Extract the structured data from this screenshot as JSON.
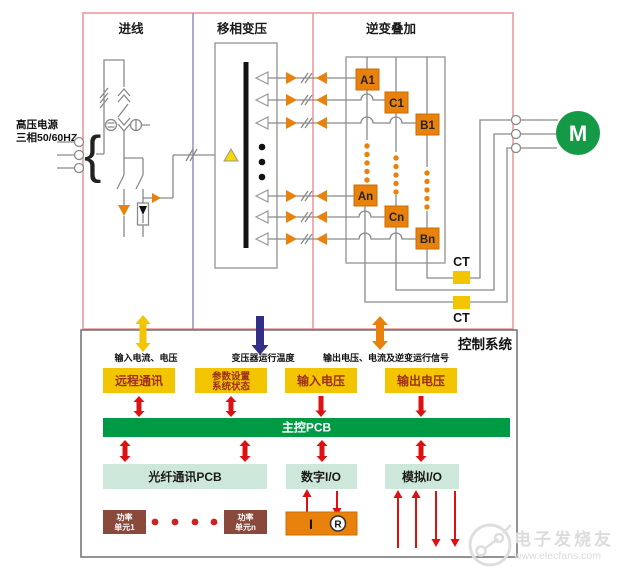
{
  "header": {
    "incoming": "进线",
    "transformer": "移相变压",
    "inverter": "逆变叠加"
  },
  "source": {
    "line1": "高压电源",
    "line2": "三相50/60HZ"
  },
  "motor": {
    "label": "M"
  },
  "ct": {
    "top": "CT",
    "bottom": "CT"
  },
  "cells": {
    "a1": "A1",
    "c1": "C1",
    "b1": "B1",
    "an": "An",
    "cn": "Cn",
    "bn": "Bn"
  },
  "control": {
    "title": "控制系统",
    "signal_input": "输入电流、电压",
    "signal_temp": "变压器运行温度",
    "signal_output": "输出电压、电流及逆变运行信号",
    "remote_comm": "远程通讯",
    "param_line1": "参数设置",
    "param_line2": "系统状态",
    "voltage_in": "输入电压",
    "voltage_out": "输出电压",
    "main_pcb": "主控PCB",
    "fiber_pcb": "光纤通讯PCB",
    "digital_io": "数字I/O",
    "analog_io": "模拟I/O",
    "power_unit_1_line1": "功率",
    "power_unit_1_line2": "单元1",
    "power_unit_n_line1": "功率",
    "power_unit_n_line2": "单元n",
    "current_label": "I",
    "relay_label": "R"
  },
  "watermark": {
    "brand": "电子发烧友",
    "site": "www.elecfans.com"
  },
  "colors": {
    "accent_orange": "#e8820c",
    "accent_yellow": "#f2c500",
    "signal_red": "#dd1111",
    "pcb_green": "#009a44",
    "temp_navy": "#332e86",
    "motor_green": "#149a47",
    "module_teal": "#cde8da",
    "power_unit_brown": "#8a4a3b",
    "frame_pink": "#ec9a9a",
    "frame_blue": "#8888bb"
  }
}
